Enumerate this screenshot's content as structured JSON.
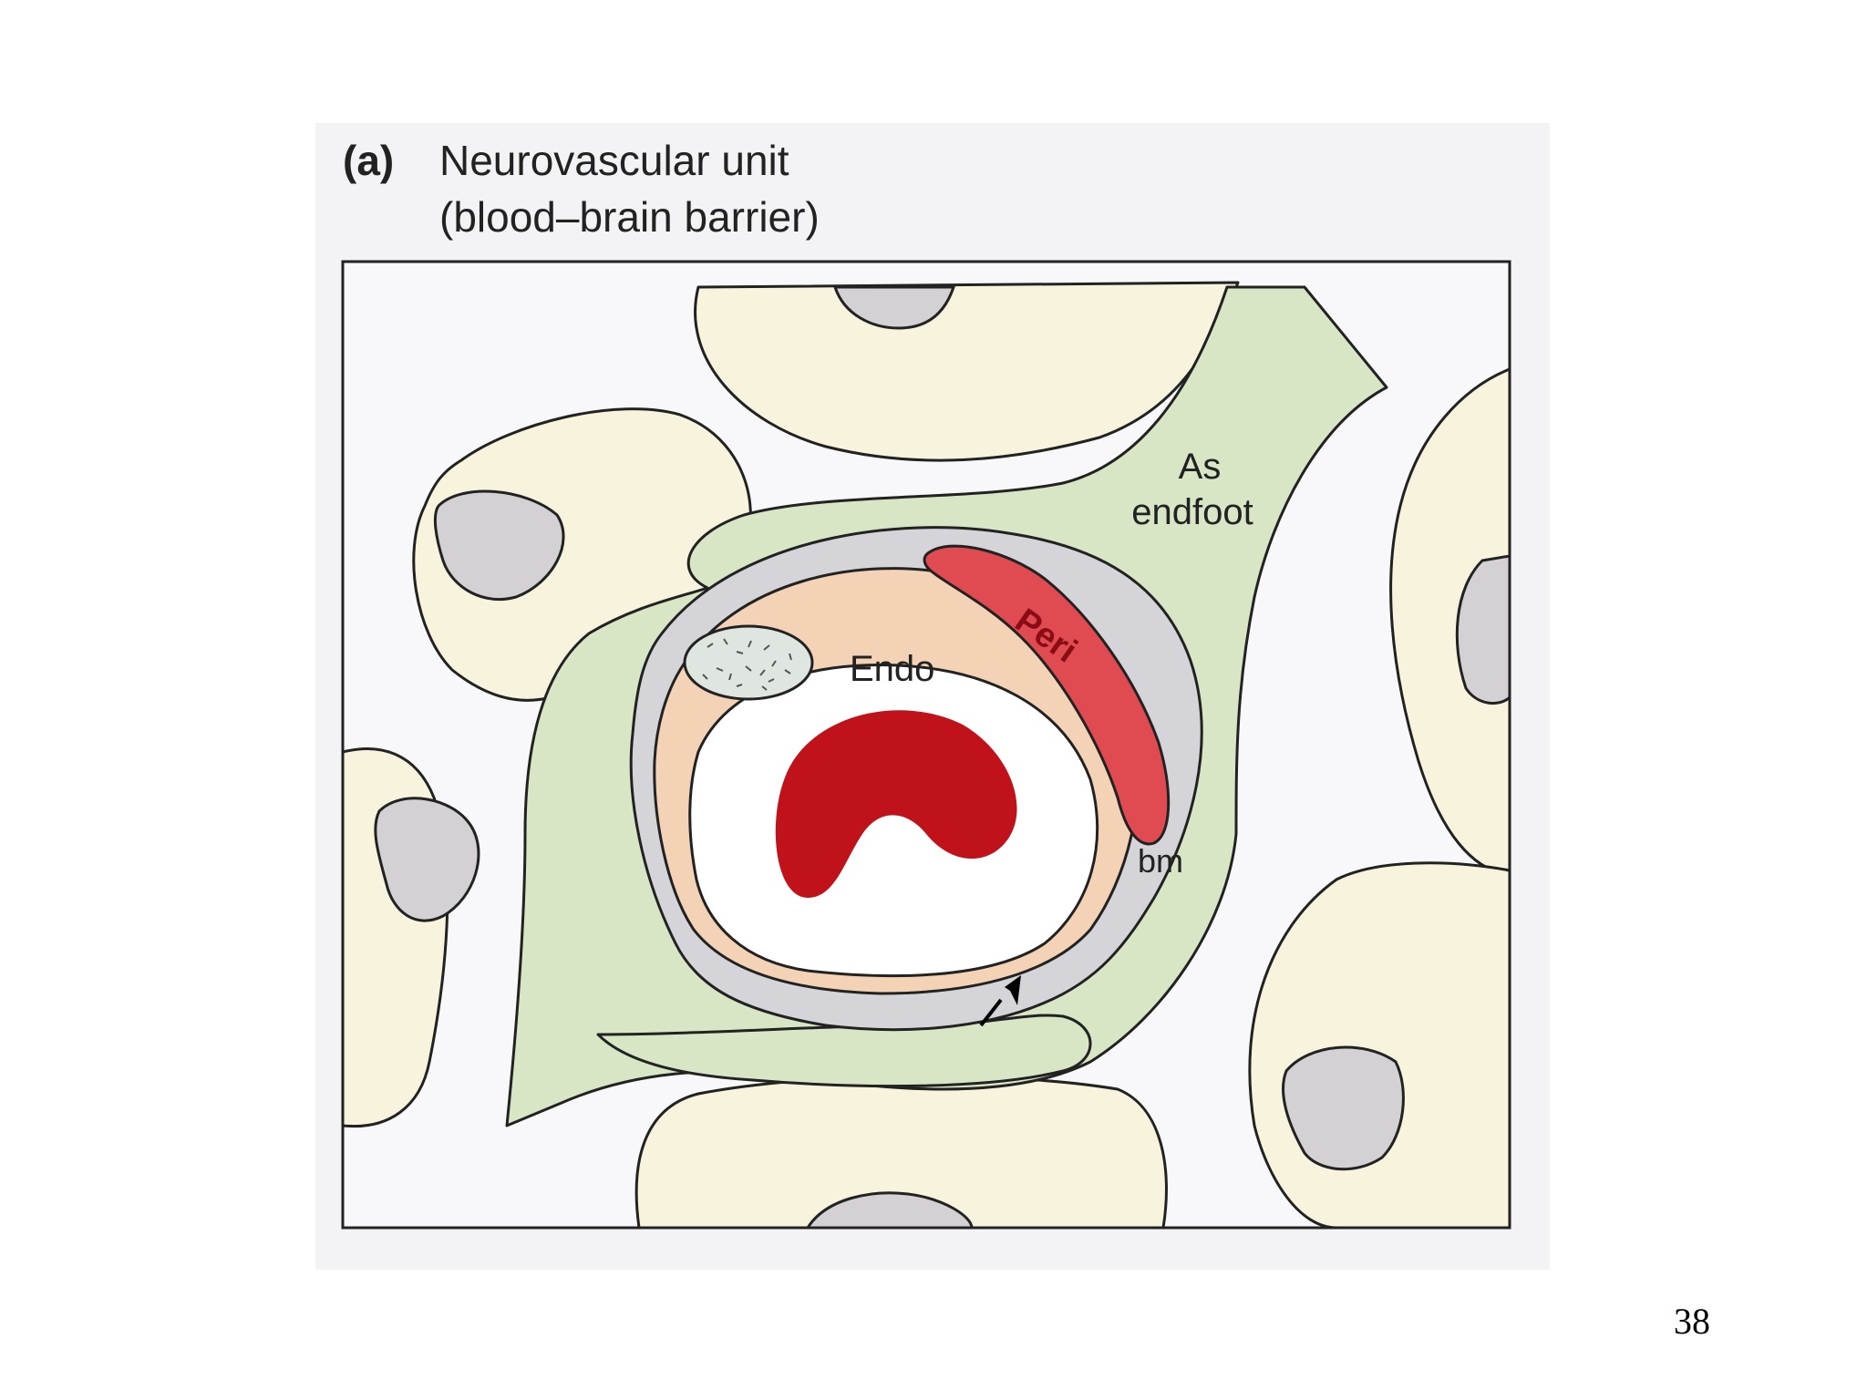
{
  "caption": {
    "panel_letter": "(a)",
    "line1": "Neurovascular unit",
    "line2": "(blood–brain barrier)"
  },
  "labels": {
    "astrocyte": "As",
    "endfoot": "endfoot",
    "pericyte": "Peri",
    "endothelium": "Endo",
    "basement_membrane": "bm"
  },
  "page_number": "38",
  "colors": {
    "neuron_fill": "#f7f3dc",
    "nucleus_fill": "#d4d0d4",
    "astrocyte_fill": "#d9e6c6",
    "basement_membrane_fill": "#d5d5d9",
    "endothelium_fill": "#f4d2b5",
    "pericyte_fill": "#e04b52",
    "red_blood_cell_fill": "#c0121b",
    "endo_nucleus_fill": "#dfe6e0",
    "outline": "#222222"
  }
}
